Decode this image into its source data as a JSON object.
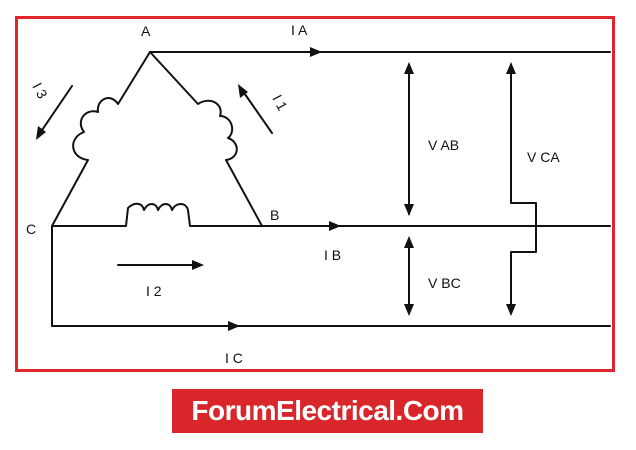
{
  "diagram": {
    "nodes": {
      "a": "A",
      "b": "B",
      "c": "C"
    },
    "branch_currents": {
      "i1": "I 1",
      "i2": "I 2",
      "i3": "I 3"
    },
    "line_currents": {
      "ia": "I A",
      "ib": "I B",
      "ic": "I C"
    },
    "voltages": {
      "vab": "V AB",
      "vbc": "V BC",
      "vca": "V CA"
    },
    "colors": {
      "frame": "#e0262b",
      "banner": "#d8262a",
      "ink": "#111111"
    }
  },
  "brand": {
    "text": "ForumElectrical.Com"
  }
}
